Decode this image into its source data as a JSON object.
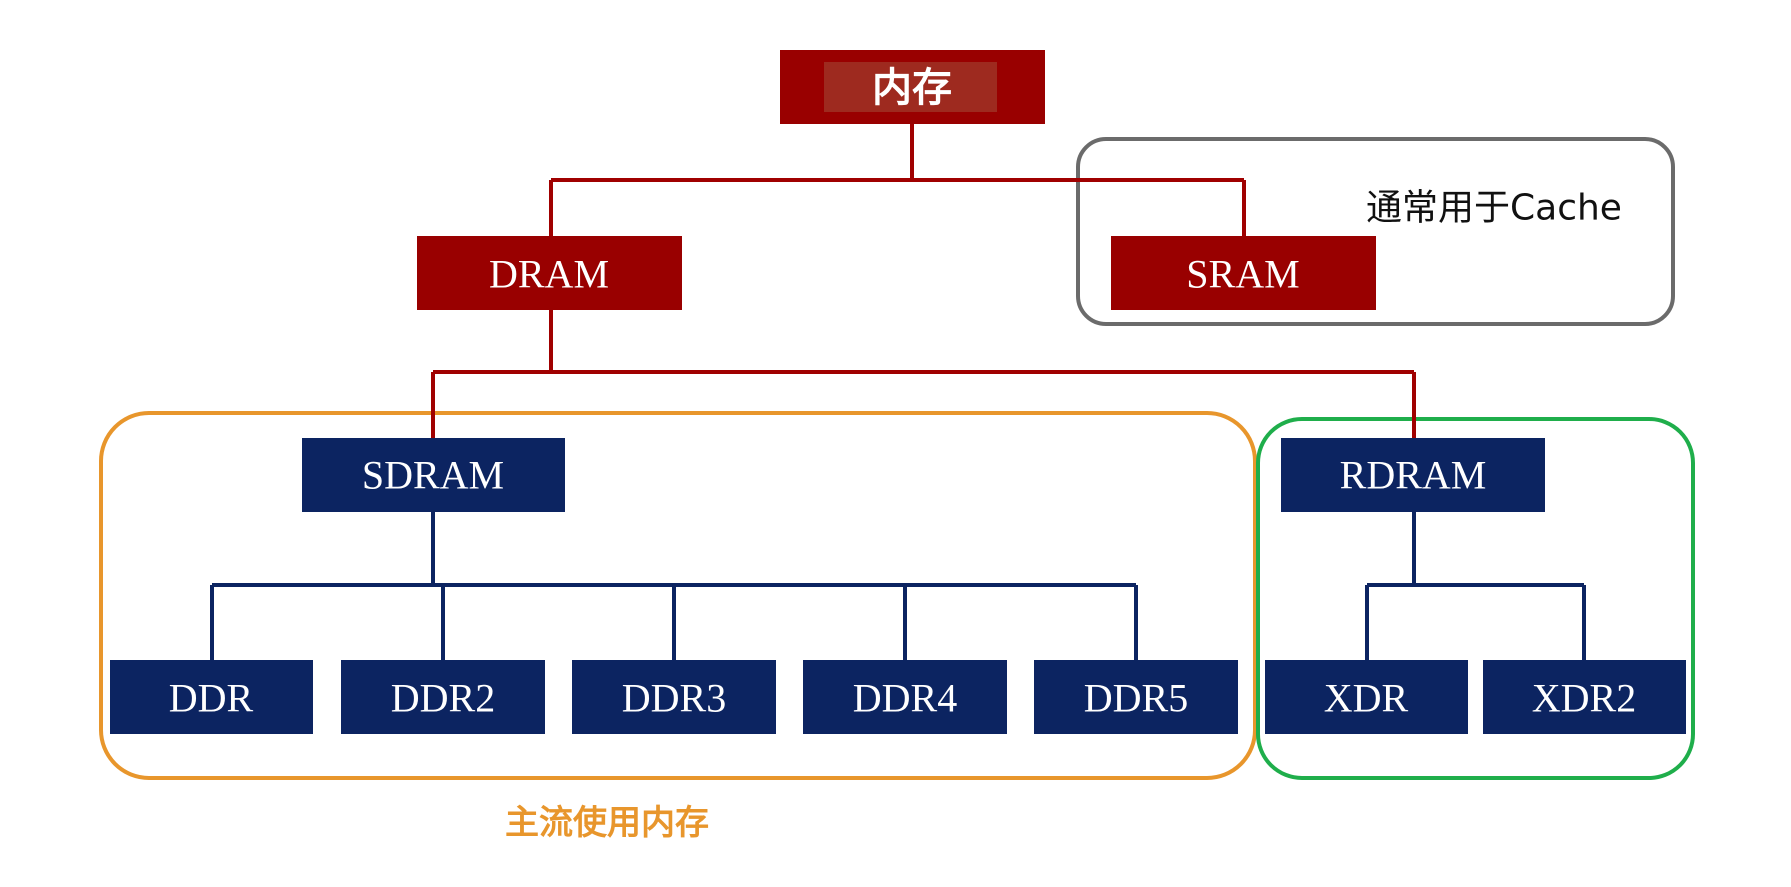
{
  "colors": {
    "red_box": "#990000",
    "root_inner": "#9e2a1f",
    "blue_box": "#0c2461",
    "red_line": "#a00000",
    "blue_line": "#0c2461",
    "gray_group": "#6b6b6b",
    "orange_group": "#e8962c",
    "green_group": "#1fae4b",
    "box_text": "#ffffff"
  },
  "nodes": {
    "root": "内存",
    "dram": "DRAM",
    "sram": "SRAM",
    "sdram": "SDRAM",
    "rdram": "RDRAM",
    "ddr": "DDR",
    "ddr2": "DDR2",
    "ddr3": "DDR3",
    "ddr4": "DDR4",
    "ddr5": "DDR5",
    "xdr": "XDR",
    "xdr2": "XDR2"
  },
  "annotations": {
    "cache_note": "通常用于Cache",
    "mainstream_note": "主流使用内存"
  }
}
